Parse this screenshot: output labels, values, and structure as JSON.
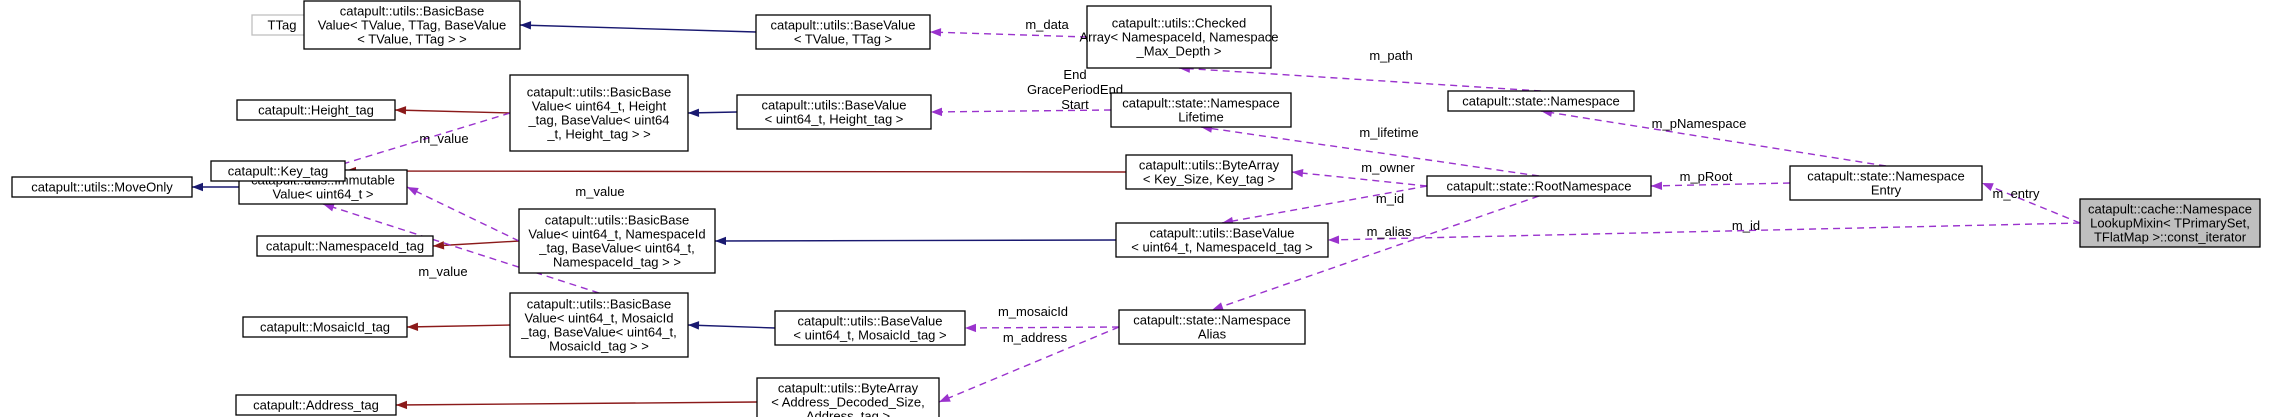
{
  "nodes": {
    "ttag": [
      "TTag"
    ],
    "basic_base_ttag": [
      "catapult::utils::BasicBase",
      "Value< TValue, TTag, BaseValue",
      "< TValue, TTag > >"
    ],
    "base_value_ttag": [
      "catapult::utils::BaseValue",
      "< TValue, TTag >"
    ],
    "checked_array": [
      "catapult::utils::Checked",
      "Array< NamespaceId, Namespace",
      "_Max_Depth >"
    ],
    "state_namespace": [
      "catapult::state::Namespace"
    ],
    "height_tag": [
      "catapult::Height_tag"
    ],
    "basic_base_height": [
      "catapult::utils::BasicBase",
      "Value< uint64_t, Height",
      "_tag, BaseValue< uint64",
      "_t, Height_tag > >"
    ],
    "base_value_height": [
      "catapult::utils::BaseValue",
      "< uint64_t, Height_tag >"
    ],
    "namespace_lifetime": [
      "catapult::state::Namespace",
      "Lifetime"
    ],
    "move_only": [
      "catapult::utils::MoveOnly"
    ],
    "immutable_value": [
      "catapult::utils::Immutable",
      "Value< uint64_t >"
    ],
    "key_tag": [
      "catapult::Key_tag"
    ],
    "byte_array_key": [
      "catapult::utils::ByteArray",
      "< Key_Size, Key_tag >"
    ],
    "root_namespace": [
      "catapult::state::RootNamespace"
    ],
    "namespace_entry": [
      "catapult::state::Namespace",
      "Entry"
    ],
    "const_iterator": [
      "catapult::cache::Namespace",
      "LookupMixin< TPrimarySet,",
      "TFlatMap >::const_iterator"
    ],
    "namespace_id_tag": [
      "catapult::NamespaceId_tag"
    ],
    "basic_base_nsid": [
      "catapult::utils::BasicBase",
      "Value< uint64_t, NamespaceId",
      "_tag, BaseValue< uint64_t,",
      "NamespaceId_tag > >"
    ],
    "base_value_nsid": [
      "catapult::utils::BaseValue",
      "< uint64_t, NamespaceId_tag >"
    ],
    "mosaic_id_tag": [
      "catapult::MosaicId_tag"
    ],
    "basic_base_mosaic": [
      "catapult::utils::BasicBase",
      "Value< uint64_t, MosaicId",
      "_tag, BaseValue< uint64_t,",
      "MosaicId_tag > >"
    ],
    "base_value_mosaic": [
      "catapult::utils::BaseValue",
      "< uint64_t, MosaicId_tag >"
    ],
    "namespace_alias": [
      "catapult::state::Namespace",
      "Alias"
    ],
    "address_tag": [
      "catapult::Address_tag"
    ],
    "byte_array_address": [
      "catapult::utils::ByteArray",
      "< Address_Decoded_Size,",
      "Address_tag >"
    ]
  },
  "edge_labels": {
    "m_data": [
      "m_data"
    ],
    "m_path": [
      "m_path"
    ],
    "m_pNamespace": [
      "m_pNamespace"
    ],
    "lifetime_fields": [
      "End",
      "GracePeriodEnd",
      "Start"
    ],
    "m_value_height": [
      "m_value"
    ],
    "m_lifetime": [
      "m_lifetime"
    ],
    "m_owner": [
      "m_owner"
    ],
    "m_pRoot": [
      "m_pRoot"
    ],
    "m_entry": [
      "m_entry"
    ],
    "m_value_nsid": [
      "m_value"
    ],
    "m_id_root": [
      "m_id"
    ],
    "m_alias": [
      "m_alias"
    ],
    "m_id_iterator": [
      "m_id"
    ],
    "m_value_mosaic": [
      "m_value"
    ],
    "m_mosaicId": [
      "m_mosaicId"
    ],
    "m_address": [
      "m_address"
    ]
  },
  "colors": {
    "inheritance_edge": "#191970",
    "template_edge": "#8b1a1a",
    "member_edge": "#9a32cd",
    "highlight_fill": "#bfbfbf",
    "gray_border": "#bfbfbf"
  }
}
